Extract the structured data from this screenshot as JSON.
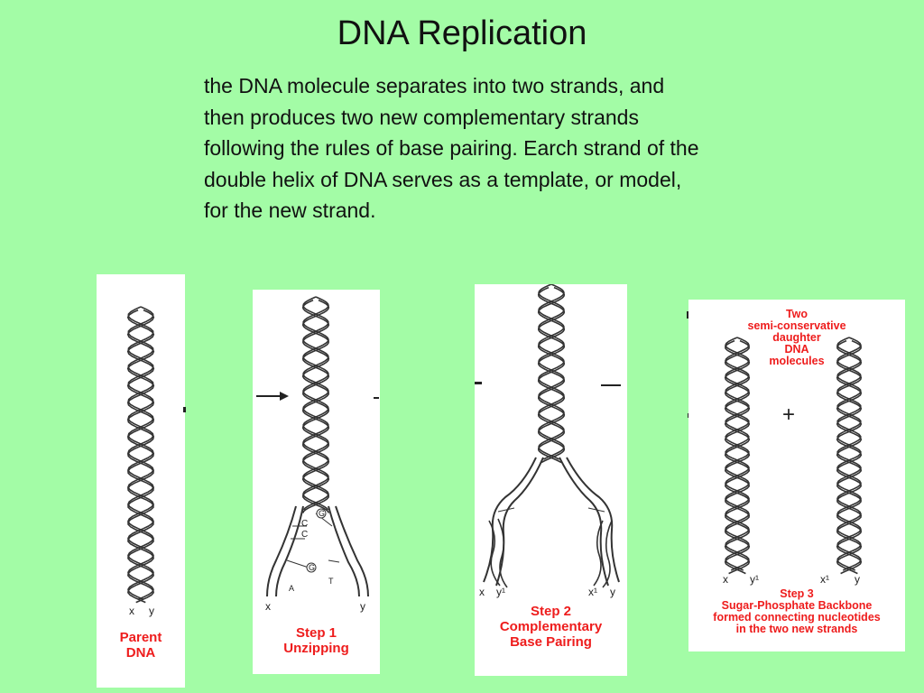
{
  "slide": {
    "title": "DNA Replication",
    "body": "the DNA molecule separates into two strands, and then produces two new complementary strands following the rules of base pairing. Earch strand of the double helix of DNA serves as a template, or model, for the new strand."
  },
  "panels": [
    {
      "label_line1": "Parent",
      "label_line2": "DNA",
      "strand_left": "x",
      "strand_right": "y"
    },
    {
      "label_line1": "Step 1",
      "label_line2": "Unzipping",
      "strand_left": "x",
      "strand_right": "y",
      "bases": [
        "C",
        "C",
        "G",
        "G",
        "A",
        "T"
      ]
    },
    {
      "label_line1": "Step 2",
      "label_line2": "Complementary",
      "label_line3": "Base Pairing",
      "strand_x": "x",
      "strand_y1": "y¹",
      "strand_x1": "x¹",
      "strand_y": "y"
    },
    {
      "top_line1": "Two",
      "top_line2": "semi-conservative",
      "top_line3": "daughter",
      "top_line4": "DNA",
      "top_line5": "molecules",
      "plus": "+",
      "label_line1": "Step 3",
      "label_line2": "Sugar-Phosphate Backbone",
      "label_line3": "formed connecting nucleotides",
      "label_line4": "in the two new strands",
      "strand_x": "x",
      "strand_y1": "y¹",
      "strand_x1": "x¹",
      "strand_y": "y"
    }
  ]
}
